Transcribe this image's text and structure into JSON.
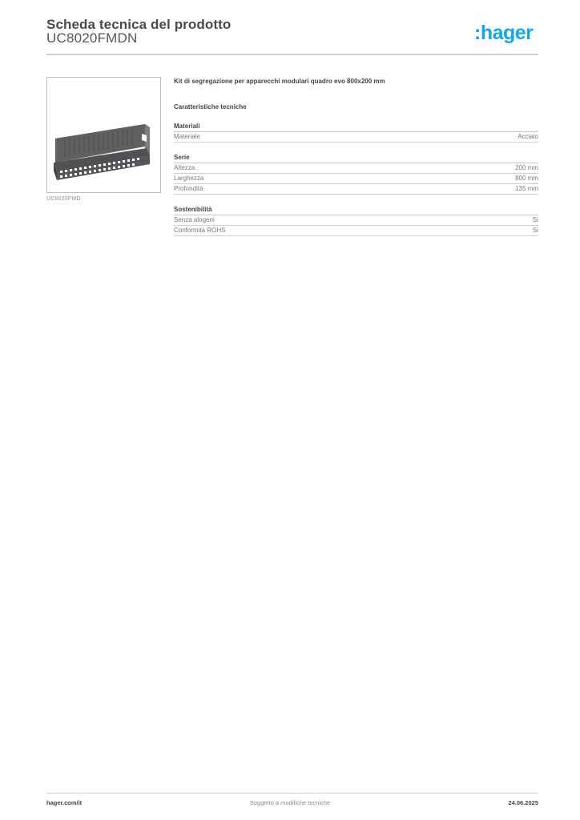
{
  "header": {
    "title": "Scheda tecnica del prodotto",
    "product_code": "UC8020FMDN",
    "logo_text": ":hager",
    "brand_color": "#13a8e6"
  },
  "product_image": {
    "alt": "kit-segregazione-image",
    "caption": "UC6020FMD"
  },
  "content": {
    "description": "Kit di segregazione per apparecchi modulari quadro evo 800x200 mm",
    "spec_title": "Caratteristiche tecniche",
    "groups": [
      {
        "title": "Materiali",
        "rows": [
          {
            "label": "Materiale",
            "value": "Acciaio"
          }
        ]
      },
      {
        "title": "Serie",
        "rows": [
          {
            "label": "Altezza",
            "value": "200 mm"
          },
          {
            "label": "Larghezza",
            "value": "800 mm"
          },
          {
            "label": "Profondità",
            "value": "135 mm"
          }
        ]
      },
      {
        "title": "Sostenibilità",
        "rows": [
          {
            "label": "Senza alogeni",
            "value": "Si"
          },
          {
            "label": "Conformità ROHS",
            "value": "Si"
          }
        ]
      }
    ]
  },
  "footer": {
    "website": "hager.com/it",
    "notice": "Soggetto a modifiche tecniche",
    "date": "24.06.2025"
  }
}
